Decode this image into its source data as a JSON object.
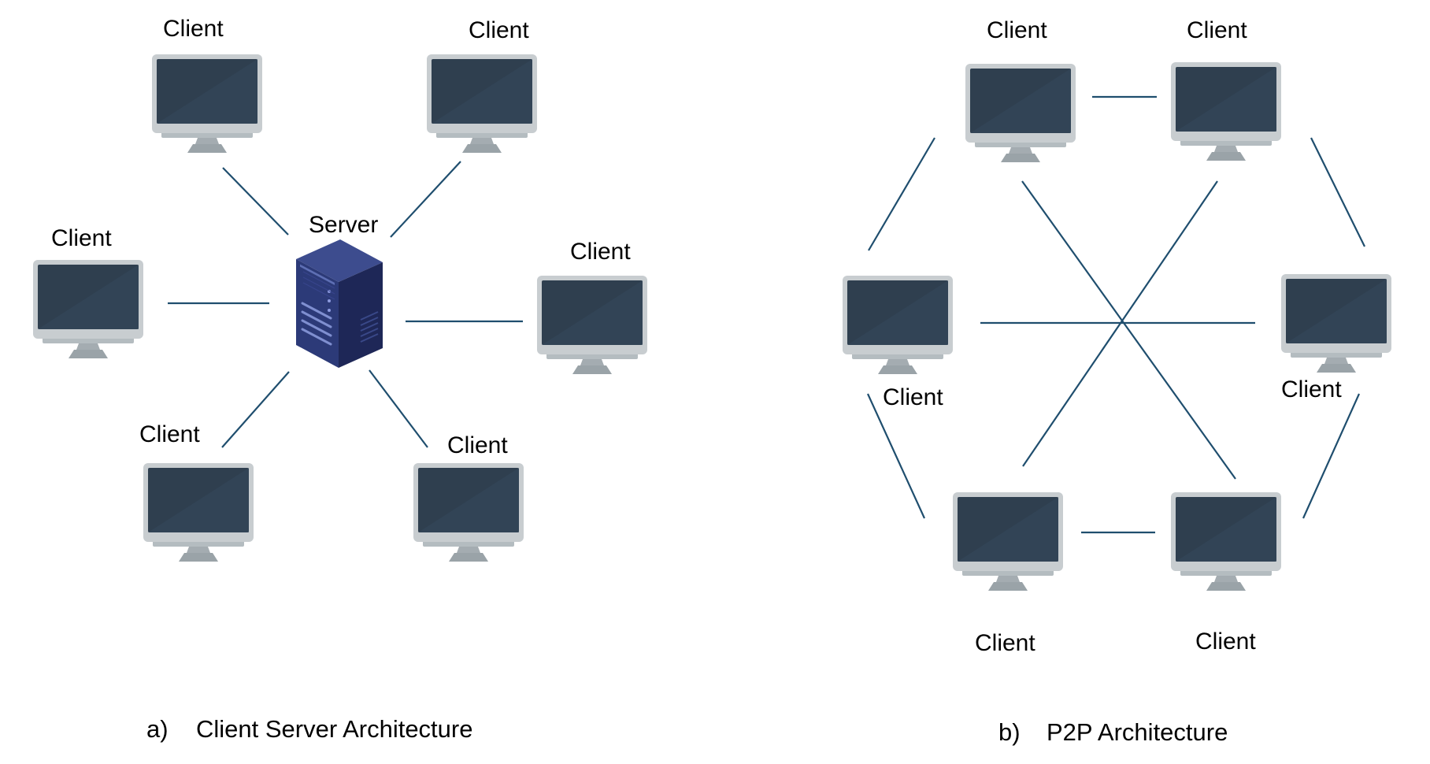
{
  "colors": {
    "link": "#1f4e6e",
    "monitor_bezel": "#c8cdd0",
    "monitor_screen": "#2f3f4f",
    "monitor_stand": "#9aa3a8",
    "server_body": "#2c3a78",
    "server_side": "#1e2757"
  },
  "client_server": {
    "server_label": "Server",
    "server_icon": "server-rack-icon",
    "client_icon": "monitor-icon",
    "clients": [
      {
        "label": "Client"
      },
      {
        "label": "Client"
      },
      {
        "label": "Client"
      },
      {
        "label": "Client"
      },
      {
        "label": "Client"
      },
      {
        "label": "Client"
      }
    ],
    "caption_letter": "a)",
    "caption_text": "Client Server Architecture"
  },
  "p2p": {
    "client_icon": "monitor-icon",
    "peers": [
      {
        "label": "Client"
      },
      {
        "label": "Client"
      },
      {
        "label": "Client"
      },
      {
        "label": "Client"
      },
      {
        "label": "Client"
      },
      {
        "label": "Client"
      }
    ],
    "caption_letter": "b)",
    "caption_text": "P2P Architecture"
  }
}
